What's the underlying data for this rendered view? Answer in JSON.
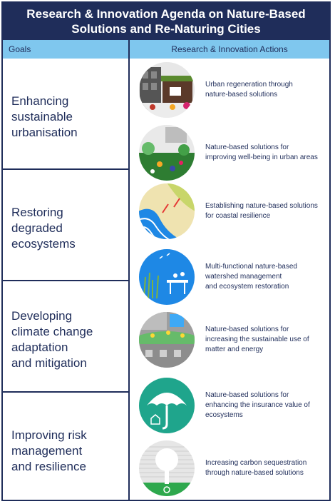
{
  "header": {
    "title_line1": "Research & Innovation Agenda on Nature-Based",
    "title_line2": "Solutions and Re-Naturing Cities",
    "col_goals": "Goals",
    "col_actions": "Research & Innovation Actions"
  },
  "goals": [
    {
      "line1": "Enhancing",
      "line2": "sustainable",
      "line3": "urbanisation",
      "line4": ""
    },
    {
      "line1": "Restoring",
      "line2": "degraded",
      "line3": "ecosystems",
      "line4": ""
    },
    {
      "line1": "Developing",
      "line2": "climate change",
      "line3": "adaptation",
      "line4": "and mitigation"
    },
    {
      "line1": "Improving risk",
      "line2": "management",
      "line3": "and resilience",
      "line4": ""
    }
  ],
  "actions": [
    {
      "line1": "Urban regeneration through",
      "line2": "nature-based solutions",
      "line3": "",
      "icon": "urban-regeneration-icon"
    },
    {
      "line1": "Nature-based solutions for",
      "line2": "improving well-being in urban areas",
      "line3": "",
      "icon": "well-being-icon"
    },
    {
      "line1": "Establishing nature-based solutions",
      "line2": "for coastal resilience",
      "line3": "",
      "icon": "coastal-resilience-icon"
    },
    {
      "line1": "Multi-functional nature-based",
      "line2": "watershed management",
      "line3": "and ecosystem restoration",
      "icon": "watershed-icon"
    },
    {
      "line1": "Nature-based solutions for",
      "line2": "increasing the sustainable use of",
      "line3": "matter and energy",
      "icon": "green-roof-icon"
    },
    {
      "line1": "Nature-based solutions for",
      "line2": "enhancing the insurance value of",
      "line3": "ecosystems",
      "icon": "umbrella-icon"
    },
    {
      "line1": "Increasing carbon sequestration",
      "line2": "through nature-based solutions",
      "line3": "",
      "icon": "tree-carbon-icon"
    }
  ],
  "colors": {
    "navy": "#1f2d5a",
    "light_blue": "#7fc7ee"
  }
}
